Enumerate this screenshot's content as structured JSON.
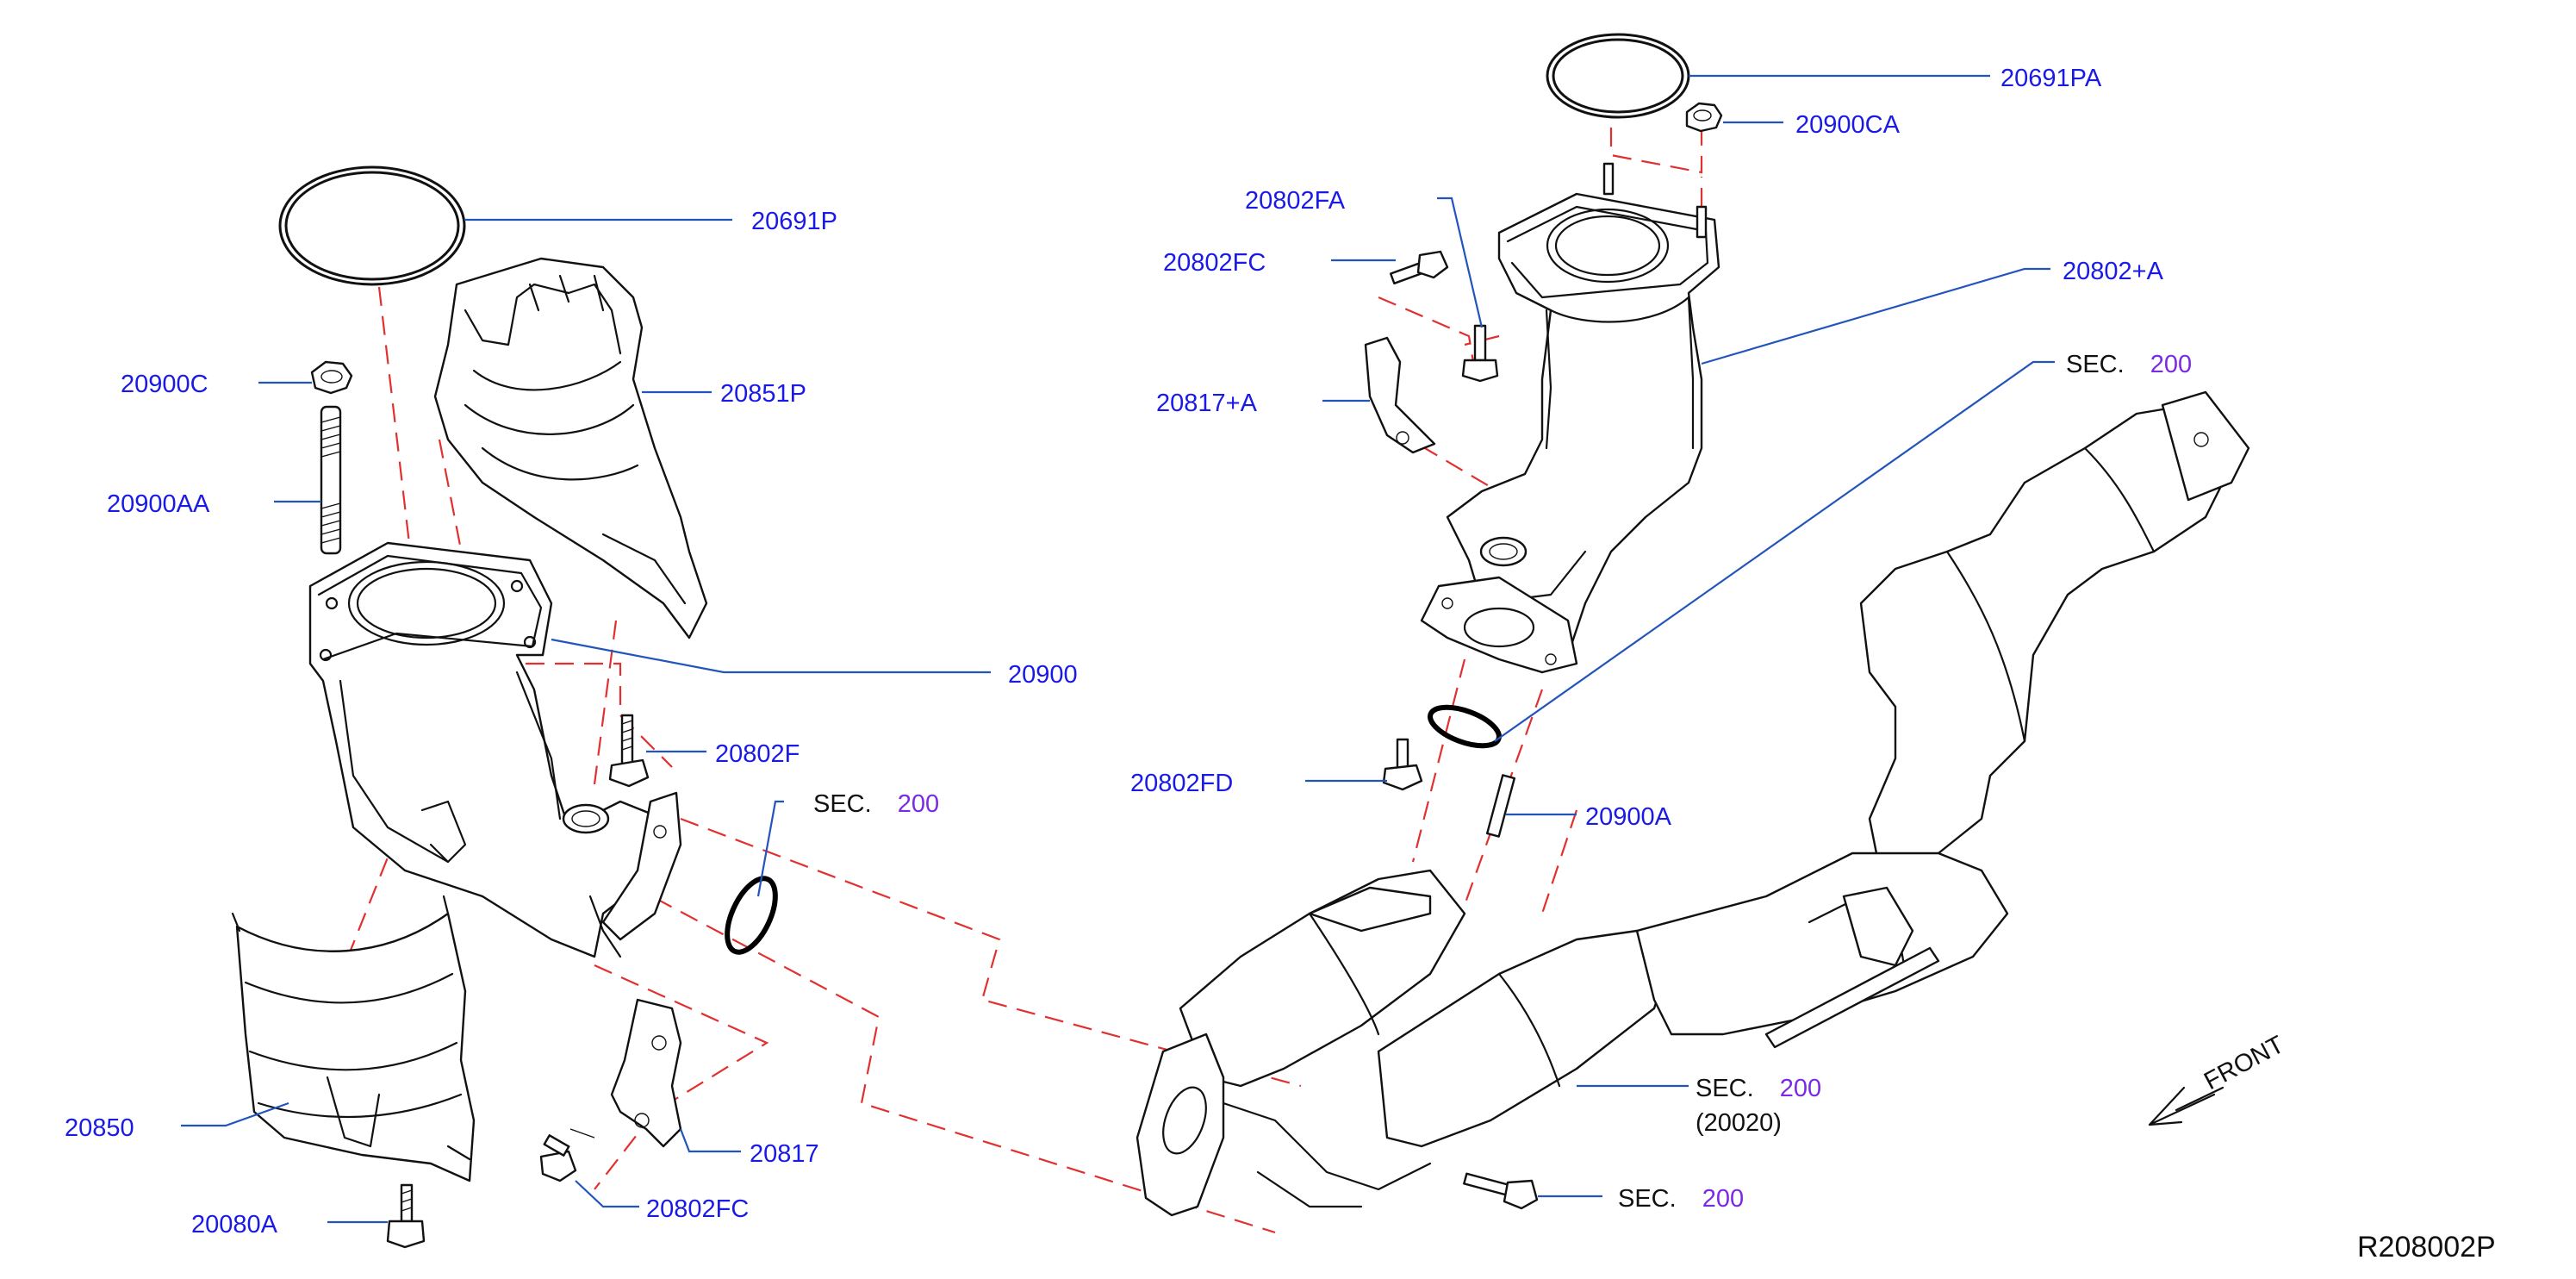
{
  "diagram_id": "R208002P",
  "front_label": "FRONT",
  "colors": {
    "part_number": "#1a1ae6",
    "section_ref": "#7a2be2",
    "leader": "#2255bb",
    "assembly_dash": "#e23030",
    "ink": "#111111"
  },
  "labels": {
    "p20691P": "20691P",
    "p20900C": "20900C",
    "p20851P": "20851P",
    "p20900AA": "20900AA",
    "p20900": "20900",
    "p20802F": "20802F",
    "p20850": "20850",
    "p20080A": "20080A",
    "p20817": "20817",
    "p20802FC_bottom": "20802FC",
    "p20691PA": "20691PA",
    "p20900CA": "20900CA",
    "p20802FA": "20802FA",
    "p20802FC_top": "20802FC",
    "p20802plusA": "20802+A",
    "p20817plusA": "20817+A",
    "p20802FD": "20802FD",
    "p20900A": "20900A"
  },
  "sections": {
    "sec_left": {
      "prefix": "SEC.",
      "number": "200"
    },
    "sec_top_right": {
      "prefix": "SEC.",
      "number": "200"
    },
    "sec_pipe": {
      "prefix": "SEC.",
      "number": "200",
      "sub": "(20020)"
    },
    "sec_bolt": {
      "prefix": "SEC.",
      "number": "200"
    }
  }
}
